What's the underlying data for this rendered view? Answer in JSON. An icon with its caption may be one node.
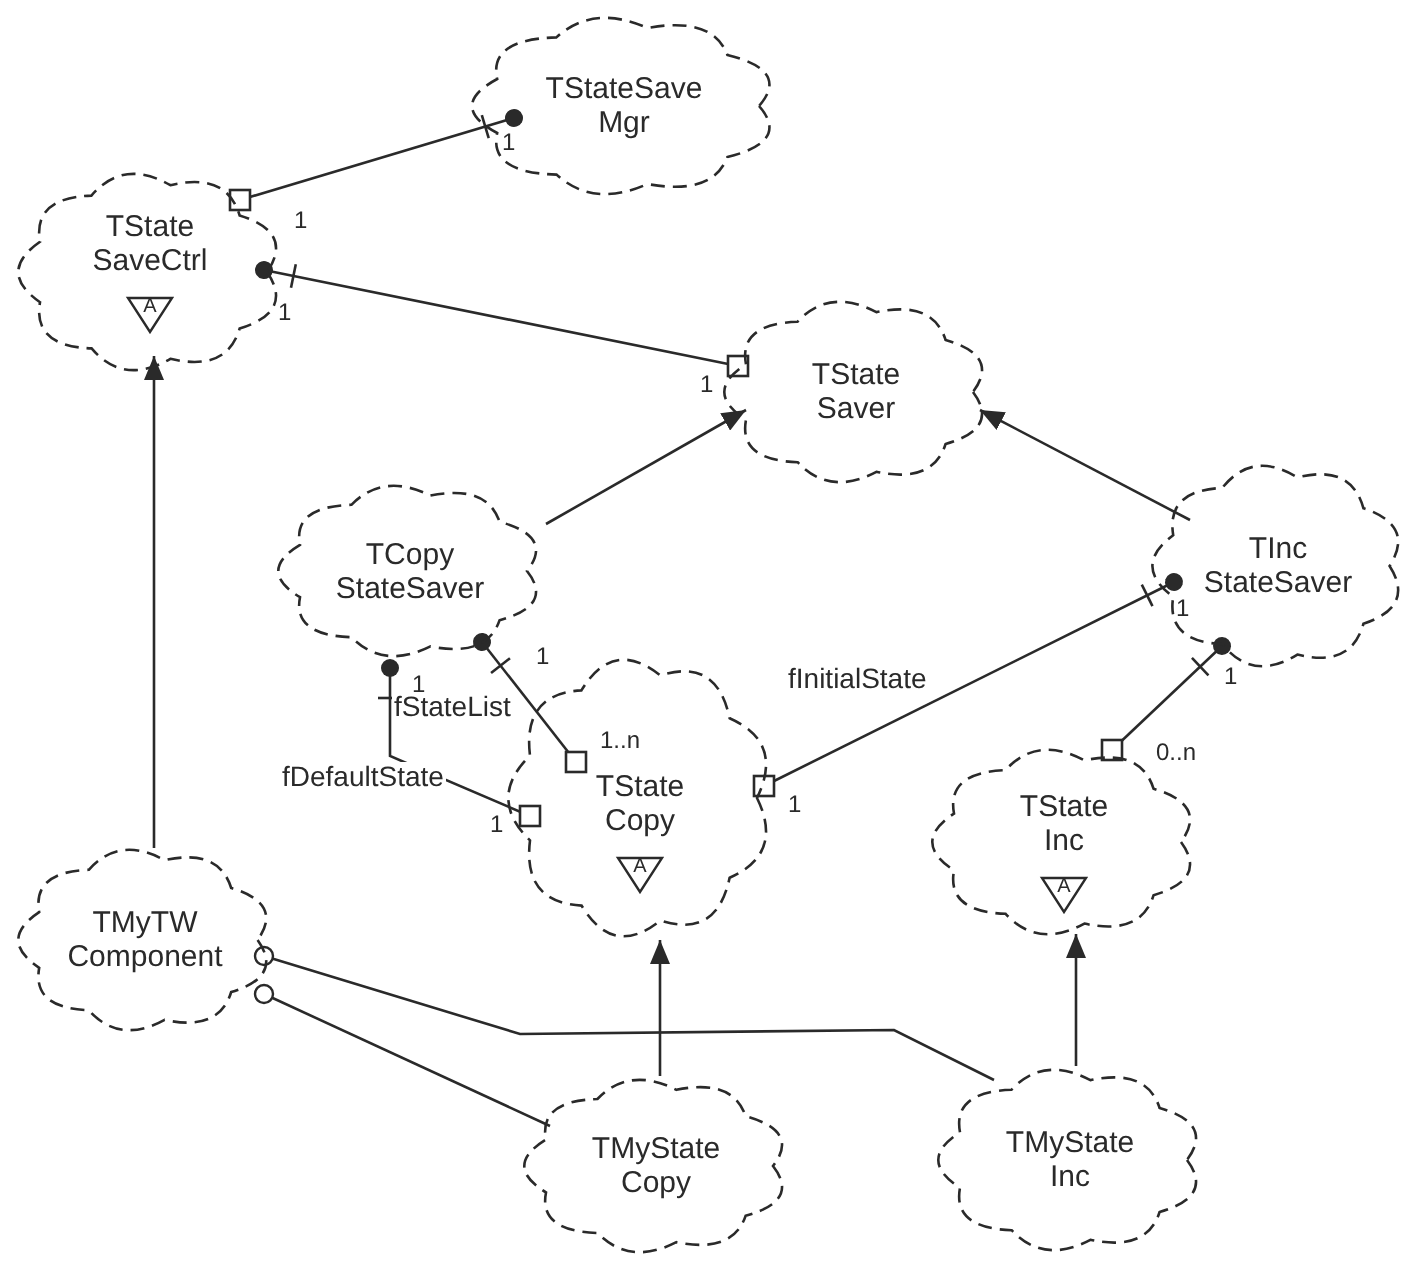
{
  "diagram": {
    "nodes": [
      {
        "text": [
          "TStateSave Mgr"
        ]
      },
      {
        "text": [
          "TState SaveCtrl",
          "A"
        ]
      },
      {
        "text": [
          "TState Saver"
        ]
      },
      {
        "text": [
          "TCopy StateSaver"
        ]
      },
      {
        "text": [
          "TInc StateSaver"
        ]
      },
      {
        "text": [
          "TState Copy",
          "A"
        ]
      },
      {
        "text": [
          "TState Inc",
          "A"
        ]
      },
      {
        "text": [
          "TMyTW Component"
        ]
      },
      {
        "text": [
          "TMyState Copy"
        ]
      },
      {
        "text": [
          "TMyState Inc"
        ]
      }
    ],
    "edges": [
      {
        "from": 0,
        "to": 1,
        "arrow": "other"
      },
      {
        "from": 1,
        "to": 2,
        "arrow": "other"
      },
      {
        "from": 3,
        "to": 2,
        "arrow": "to"
      },
      {
        "from": 4,
        "to": 2,
        "arrow": "to"
      },
      {
        "from": 3,
        "to": 5,
        "arrow": "other",
        "label": "fDefaultState"
      },
      {
        "from": 3,
        "to": 5,
        "arrow": "other",
        "label": "fStateList"
      },
      {
        "from": 4,
        "to": 5,
        "arrow": "other",
        "label": "fInitialState"
      },
      {
        "from": 4,
        "to": 6,
        "arrow": "other"
      },
      {
        "from": 8,
        "to": 5,
        "arrow": "to"
      },
      {
        "from": 9,
        "to": 6,
        "arrow": "to"
      },
      {
        "from": 7,
        "to": 1,
        "arrow": "to"
      },
      {
        "from": 7,
        "to": 9,
        "arrow": "other"
      },
      {
        "from": 7,
        "to": 8,
        "arrow": "other"
      }
    ],
    "labels": [
      "1",
      "1",
      "1",
      "1",
      "1",
      "1",
      "1",
      "1",
      "1..n",
      "0..n",
      "1",
      "1"
    ]
  }
}
